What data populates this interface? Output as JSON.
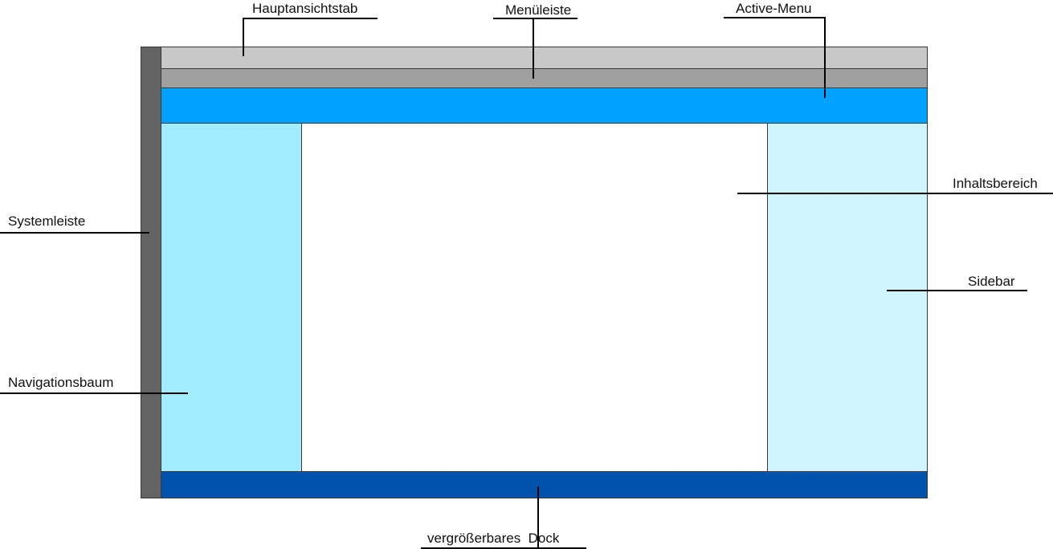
{
  "labels": {
    "main_tab": "Hauptansichtstab",
    "menu_bar": "Menüleiste",
    "active_menu": "Active-Menu",
    "content_area": "Inhaltsbereich",
    "system_bar": "Systemleiste",
    "sidebar": "Sidebar",
    "nav_tree": "Navigationsbaum",
    "dock": "vergrößerbares  Dock"
  },
  "colors": {
    "system_bar": "#636363",
    "main_tab": "#c8c8c8",
    "menu_bar": "#a0a0a0",
    "active_menu": "#00a2ff",
    "nav_tree": "#a2ecff",
    "content_area": "#ffffff",
    "sidebar": "#cef5fd",
    "dock": "#0052aa"
  }
}
